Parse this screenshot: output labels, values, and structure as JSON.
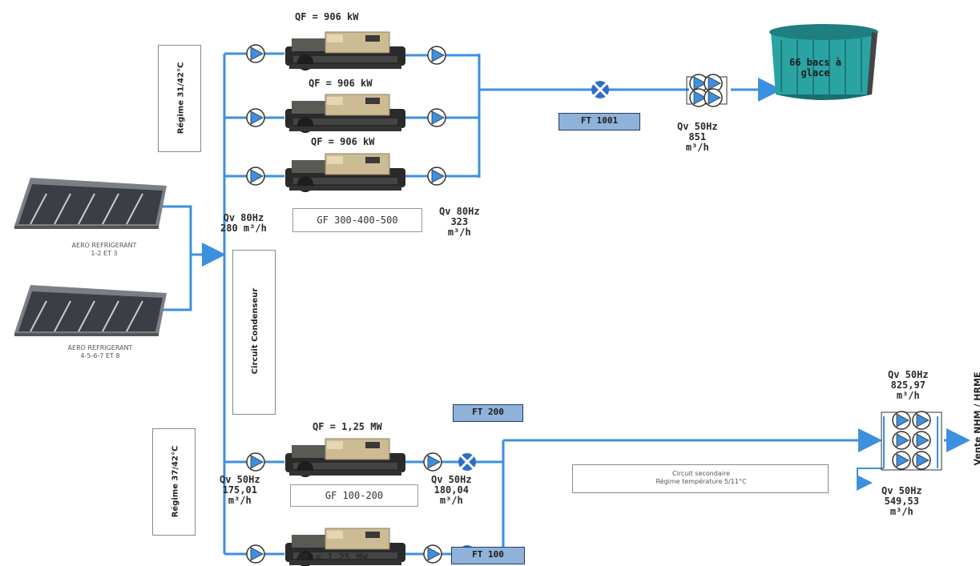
{
  "top_chillers": {
    "qf_1": "QF = 906 kW",
    "qf_2": "QF = 906 kW",
    "qf_3": "QF = 906 kW",
    "group_label": "GF 300-400-500"
  },
  "bottom_chillers": {
    "qf_1": "QF = 1,25 MW",
    "qf_2": "QF = 1,25 MW",
    "group_label": "GF 100-200"
  },
  "regimes": {
    "top": "Régime 31/42°C",
    "bottom": "Régime 37/42°C"
  },
  "circuit_condenseur": "Circuit Condenseur",
  "aero": {
    "label_1": [
      "AERO REFRIGERANT",
      "1-2 ET 3"
    ],
    "label_2": [
      "AERO REFRIGERANT",
      "4-5-6-7 ET 8"
    ]
  },
  "flow": {
    "top_left": [
      "Qv 80Hz",
      "280 m³/h"
    ],
    "top_right": [
      "Qv 80Hz",
      "323",
      "m³/h"
    ],
    "ice_pump": [
      "Qv 50Hz",
      "851",
      "m³/h"
    ],
    "bottom_left": [
      "Qv 50Hz",
      "175,01",
      "m³/h"
    ],
    "bottom_mid": [
      "Qv 50Hz",
      "180,04",
      "m³/h"
    ],
    "right_top": [
      "Qv 50Hz",
      "825,97",
      "m³/h"
    ],
    "right_bottom": [
      "Qv 50Hz",
      "549,53",
      "m³/h"
    ]
  },
  "ft": {
    "ft_1001": "FT 1001",
    "ft_200": "FT 200",
    "ft_100": "FT 100"
  },
  "ice_tank": [
    "66 bacs à",
    "glace"
  ],
  "circuit_secondaire": [
    "Circuit secondaire",
    "Régime température 5/11°C"
  ],
  "vente": "Vente NHM / HRME",
  "colors": {
    "pipe": "#3d8fe0",
    "pump_fill": "#ffffff",
    "pump_tri": "#3d8fe0",
    "valve": "#2f6ec4",
    "ft_fill": "#8fb2d9"
  }
}
